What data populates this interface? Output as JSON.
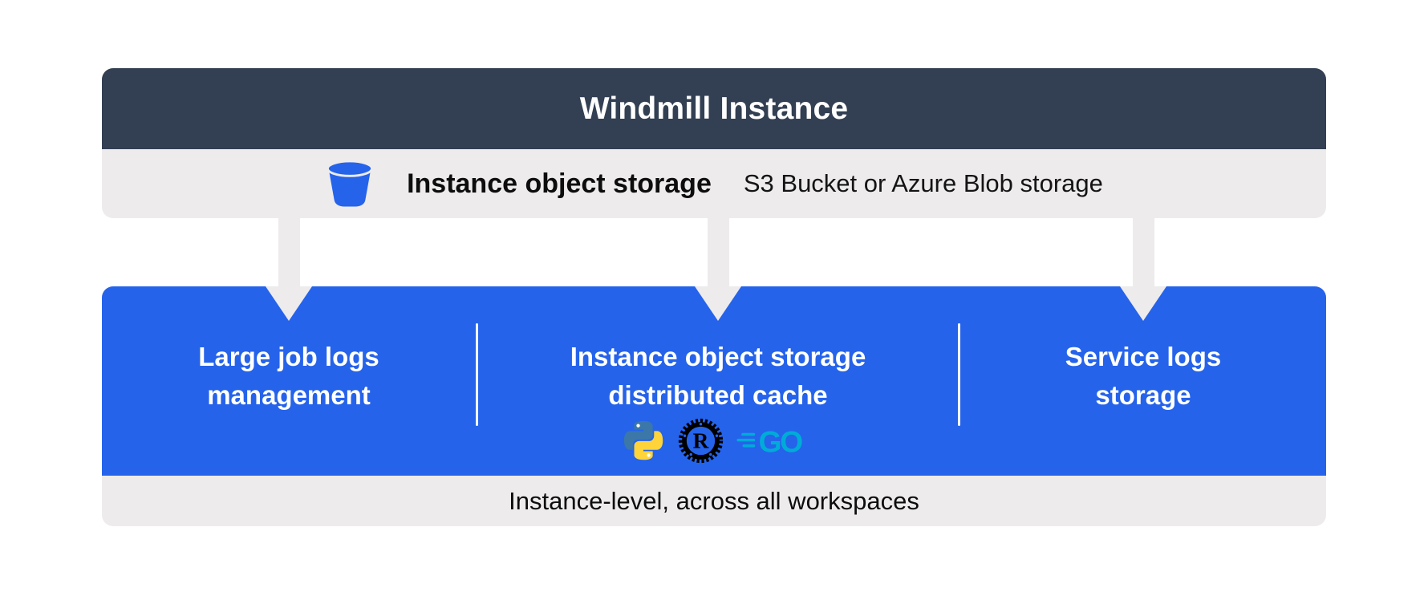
{
  "header": {
    "title": "Windmill Instance"
  },
  "storage_bar": {
    "icon": "bucket-icon",
    "title": "Instance object storage",
    "subtitle": "S3 Bucket or Azure Blob storage"
  },
  "features": [
    {
      "line1": "Large job logs",
      "line2": "management"
    },
    {
      "line1": "Instance object storage",
      "line2": "distributed cache",
      "languages": [
        "python",
        "rust",
        "go"
      ]
    },
    {
      "line1": "Service logs",
      "line2": "storage"
    }
  ],
  "logos": {
    "rust_letter": "R",
    "go_text": "GO"
  },
  "footer": {
    "label": "Instance-level, across all workspaces"
  },
  "colors": {
    "header_bg": "#333F52",
    "panel_blue": "#2563EB",
    "bar_gray": "#EDEBEB",
    "text_dark": "#0D0D0D",
    "text_light": "#FFFFFF",
    "python_blue": "#3B77A8",
    "python_yellow": "#FFD43B",
    "rust_black": "#000000",
    "go_cyan": "#00ACD7"
  }
}
